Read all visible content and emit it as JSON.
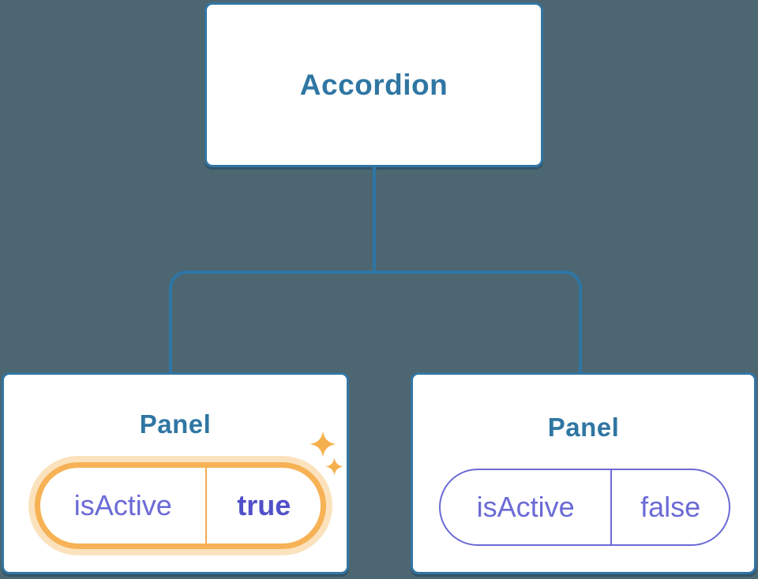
{
  "tree": {
    "root": {
      "label": "Accordion"
    },
    "children": [
      {
        "label": "Panel",
        "state": {
          "key": "isActive",
          "value": "true"
        },
        "highlighted": true
      },
      {
        "label": "Panel",
        "state": {
          "key": "isActive",
          "value": "false"
        },
        "highlighted": false
      }
    ]
  },
  "icons": {
    "sparkle": {
      "name": "sparkle-icon",
      "glyph": "✦",
      "color": "#F5B04E"
    }
  },
  "colors": {
    "background": "#4C6771",
    "node_background": "#FFFFFF",
    "node_border": "#3375A3",
    "node_text": "#2F76A3",
    "connector_line": "#2E76A6",
    "state_text": "#6B6AD6",
    "state_value_active_text": "#5150C9",
    "highlight_border": "#F6B254",
    "highlight_glow": "#FBE2BD",
    "highlight_divider": "#F2AC4E",
    "sparkle": "#F5B04E"
  }
}
